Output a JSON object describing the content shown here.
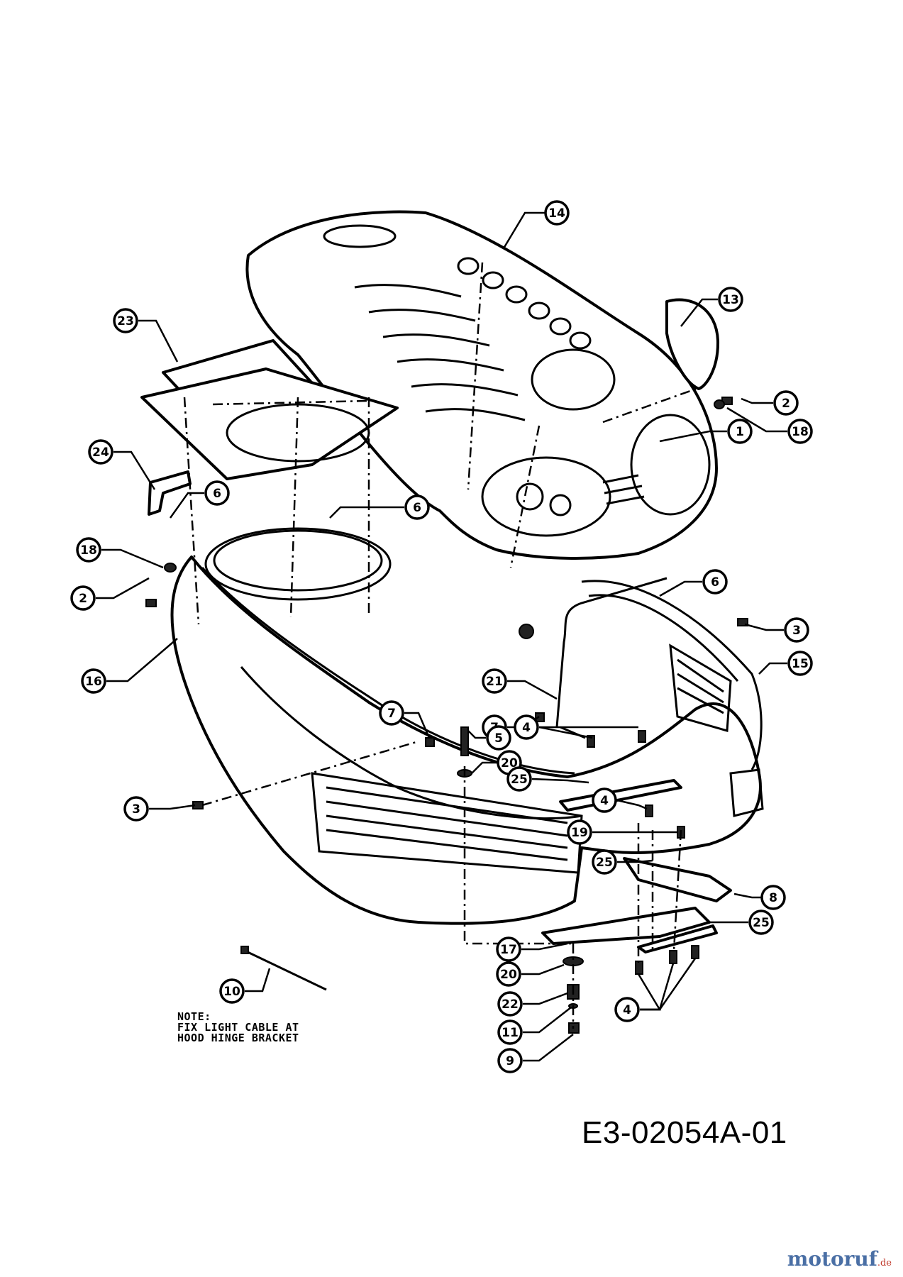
{
  "callouts": [
    {
      "id": "c-14a",
      "label": "14"
    },
    {
      "id": "c-13",
      "label": "13"
    },
    {
      "id": "c-23",
      "label": "23"
    },
    {
      "id": "c-2a",
      "label": "2"
    },
    {
      "id": "c-18a",
      "label": "18"
    },
    {
      "id": "c-1",
      "label": "1"
    },
    {
      "id": "c-24",
      "label": "24"
    },
    {
      "id": "c-6a",
      "label": "6"
    },
    {
      "id": "c-6b",
      "label": "6"
    },
    {
      "id": "c-18b",
      "label": "18"
    },
    {
      "id": "c-2b",
      "label": "2"
    },
    {
      "id": "c-6c",
      "label": "6"
    },
    {
      "id": "c-3a",
      "label": "3"
    },
    {
      "id": "c-16",
      "label": "16"
    },
    {
      "id": "c-21",
      "label": "21"
    },
    {
      "id": "c-15",
      "label": "15"
    },
    {
      "id": "c-7a",
      "label": "7"
    },
    {
      "id": "c-7b",
      "label": "7"
    },
    {
      "id": "c-4a",
      "label": "4"
    },
    {
      "id": "c-5",
      "label": "5"
    },
    {
      "id": "c-20a",
      "label": "20"
    },
    {
      "id": "c-25a",
      "label": "25"
    },
    {
      "id": "c-3b",
      "label": "3"
    },
    {
      "id": "c-4b",
      "label": "4"
    },
    {
      "id": "c-19",
      "label": "19"
    },
    {
      "id": "c-25b",
      "label": "25"
    },
    {
      "id": "c-8",
      "label": "8"
    },
    {
      "id": "c-25c",
      "label": "25"
    },
    {
      "id": "c-17",
      "label": "17"
    },
    {
      "id": "c-20b",
      "label": "20"
    },
    {
      "id": "c-10",
      "label": "10"
    },
    {
      "id": "c-22",
      "label": "22"
    },
    {
      "id": "c-11",
      "label": "11"
    },
    {
      "id": "c-4c",
      "label": "4"
    },
    {
      "id": "c-9",
      "label": "9"
    }
  ],
  "note": {
    "line1": "NOTE:",
    "line2": "FIX LIGHT CABLE AT",
    "line3": "HOOD HINGE BRACKET"
  },
  "figure_id": "E3-02054A-01",
  "watermark": {
    "name": "motoruf",
    "tld": ".de"
  }
}
